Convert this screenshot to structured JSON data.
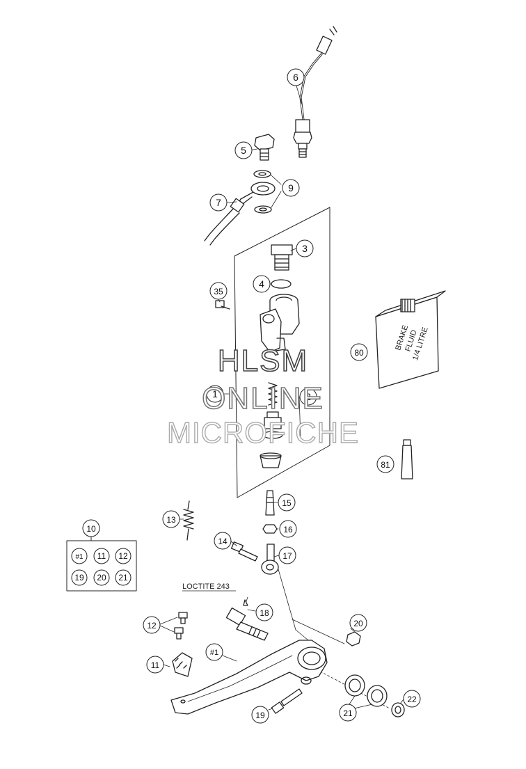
{
  "callouts": [
    {
      "id": "c6",
      "label": "6"
    },
    {
      "id": "c5",
      "label": "5"
    },
    {
      "id": "c9",
      "label": "9"
    },
    {
      "id": "c7",
      "label": "7"
    },
    {
      "id": "c3",
      "label": "3"
    },
    {
      "id": "c4",
      "label": "4"
    },
    {
      "id": "c35",
      "label": "35"
    },
    {
      "id": "c80",
      "label": "80"
    },
    {
      "id": "c1",
      "label": "1"
    },
    {
      "id": "c2",
      "label": "2"
    },
    {
      "id": "c81",
      "label": "81"
    },
    {
      "id": "c15",
      "label": "15"
    },
    {
      "id": "c13",
      "label": "13"
    },
    {
      "id": "c16",
      "label": "16"
    },
    {
      "id": "c10",
      "label": "10"
    },
    {
      "id": "c14",
      "label": "14"
    },
    {
      "id": "c17",
      "label": "17"
    },
    {
      "id": "c18",
      "label": "18"
    },
    {
      "id": "c20",
      "label": "20"
    },
    {
      "id": "c12b",
      "label": "12"
    },
    {
      "id": "c1b",
      "label": "#1"
    },
    {
      "id": "c11b",
      "label": "11"
    },
    {
      "id": "c22",
      "label": "22"
    },
    {
      "id": "c21b",
      "label": "21"
    },
    {
      "id": "c19b",
      "label": "19"
    }
  ],
  "kit_box": {
    "items": [
      "#1",
      "11",
      "12",
      "19",
      "20",
      "21"
    ]
  },
  "bottle_label": [
    "BRAKE",
    "FLUID",
    "1/4 LITRE"
  ],
  "loctite_label": "LOCTITE 243",
  "watermark": [
    "HLSM",
    "ONLINE",
    "MICROFICHE"
  ]
}
